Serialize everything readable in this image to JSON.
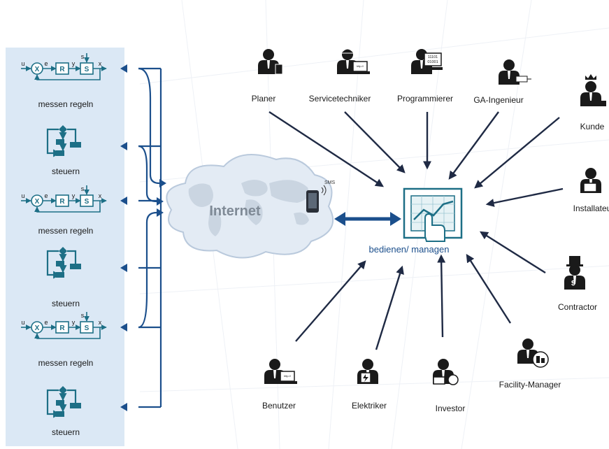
{
  "colors": {
    "panel": "#dbe8f5",
    "blue": "#1b4f8c",
    "arrow_dark": "#1f2a44",
    "person": "#1a1a1a",
    "teal": "#1d6f86"
  },
  "internet": {
    "label": "Internet",
    "phone_badge": "SMS"
  },
  "control_blocks": [
    {
      "type": "regel",
      "label": "messen regeln",
      "signals": {
        "u": "u",
        "e": "e",
        "y": "y",
        "s": "s",
        "x": "x"
      },
      "blocks": {
        "r": "R",
        "s": "S"
      }
    },
    {
      "type": "steuer",
      "label": "steuern"
    },
    {
      "type": "regel",
      "label": "messen regeln",
      "signals": {
        "u": "u",
        "e": "e",
        "y": "y",
        "s": "s",
        "x": "x"
      },
      "blocks": {
        "r": "R",
        "s": "S"
      }
    },
    {
      "type": "steuer",
      "label": "steuern"
    },
    {
      "type": "regel",
      "label": "messen regeln",
      "signals": {
        "u": "u",
        "e": "e",
        "y": "y",
        "s": "s",
        "x": "x"
      },
      "blocks": {
        "r": "R",
        "s": "S"
      }
    },
    {
      "type": "steuer",
      "label": "steuern"
    }
  ],
  "hub": {
    "label": "bedienen/ managen",
    "icon": "touch-dashboard-icon"
  },
  "roles": [
    {
      "name": "Planer",
      "icon": "calculator-icon"
    },
    {
      "name": "Servicetechniker",
      "icon": "hardhat-laptop-icon",
      "screen": "http://"
    },
    {
      "name": "Programmierer",
      "icon": "binary-screen-icon",
      "screen_lines": [
        "11101",
        "01001"
      ]
    },
    {
      "name": "GA-Ingenieur",
      "icon": "circuit-icon"
    },
    {
      "name": "Kunde",
      "icon": "crown-icon"
    },
    {
      "name": "Installateur",
      "icon": "toolbox-icon"
    },
    {
      "name": "Contractor",
      "icon": "tophat-dollar-icon"
    },
    {
      "name": "Facility-Manager",
      "icon": "building-icon"
    },
    {
      "name": "Investor",
      "icon": "money-bag-icon"
    },
    {
      "name": "Elektriker",
      "icon": "lightning-icon"
    },
    {
      "name": "Benutzer",
      "icon": "laptop-icon",
      "screen": "http://"
    }
  ]
}
